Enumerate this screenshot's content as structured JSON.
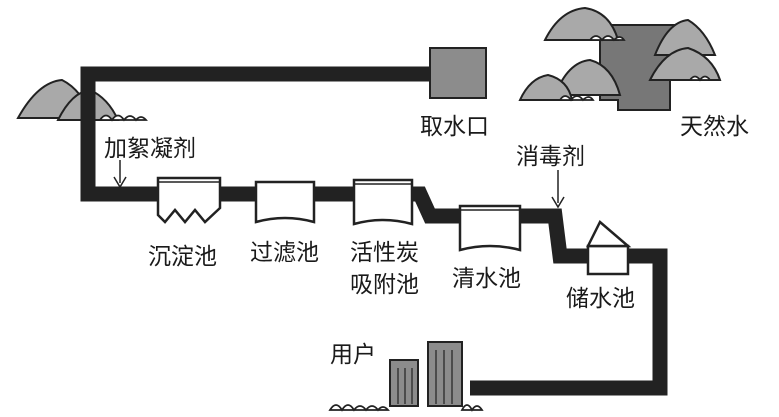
{
  "labels": {
    "intake": "取水口",
    "natural_water": "天然水",
    "coagulant": "加絮凝剂",
    "disinfectant": "消毒剂",
    "sedimentation": "沉淀池",
    "filtration": "过滤池",
    "carbon_line1": "活性炭",
    "carbon_line2": "吸附池",
    "clear_water": "清水池",
    "storage": "储水池",
    "users": "用户"
  },
  "colors": {
    "pipe": "#222222",
    "hill": "#a9a9a9",
    "water": "#777777",
    "building": "#8c8c8c"
  }
}
